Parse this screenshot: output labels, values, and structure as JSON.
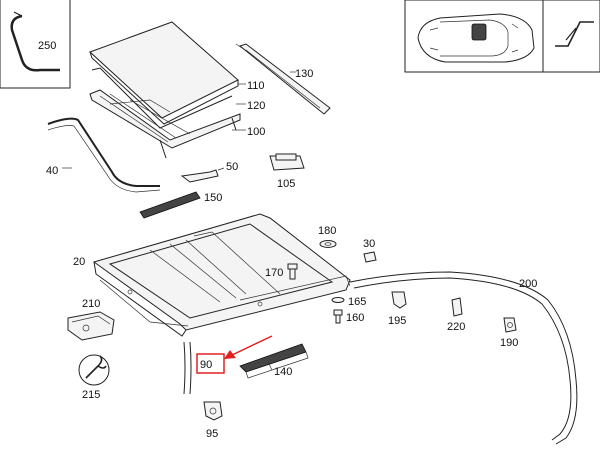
{
  "callouts": [
    {
      "id": "250",
      "text": "250"
    },
    {
      "id": "130",
      "text": "130"
    },
    {
      "id": "110",
      "text": "110"
    },
    {
      "id": "120",
      "text": "120"
    },
    {
      "id": "100",
      "text": "100"
    },
    {
      "id": "40",
      "text": "40"
    },
    {
      "id": "50",
      "text": "50"
    },
    {
      "id": "105",
      "text": "105"
    },
    {
      "id": "150",
      "text": "150"
    },
    {
      "id": "180",
      "text": "180"
    },
    {
      "id": "30",
      "text": "30"
    },
    {
      "id": "20",
      "text": "20"
    },
    {
      "id": "170",
      "text": "170"
    },
    {
      "id": "200",
      "text": "200"
    },
    {
      "id": "165",
      "text": "165"
    },
    {
      "id": "160",
      "text": "160"
    },
    {
      "id": "195",
      "text": "195"
    },
    {
      "id": "220",
      "text": "220"
    },
    {
      "id": "190",
      "text": "190"
    },
    {
      "id": "210",
      "text": "210"
    },
    {
      "id": "90",
      "text": "90"
    },
    {
      "id": "140",
      "text": "140"
    },
    {
      "id": "215",
      "text": "215"
    },
    {
      "id": "95",
      "text": "95"
    }
  ],
  "highlight": {
    "target": "90",
    "color": "#e02020"
  }
}
